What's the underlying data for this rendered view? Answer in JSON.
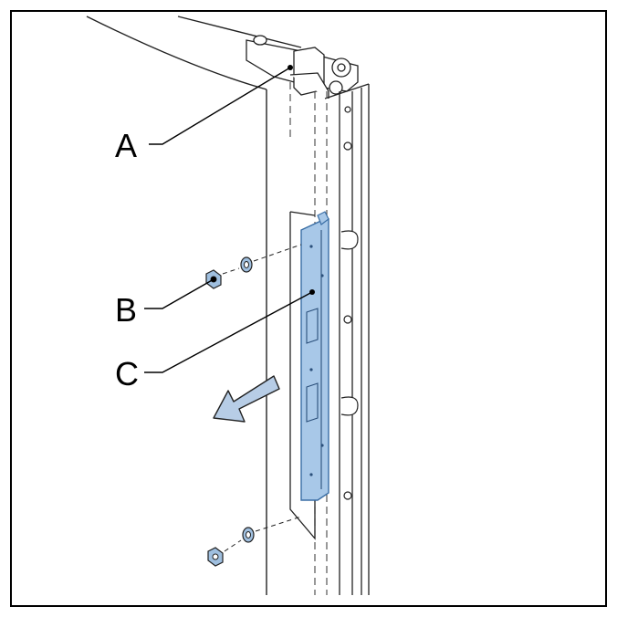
{
  "figure": {
    "callouts": {
      "a": "A",
      "b": "B",
      "c": "C"
    }
  },
  "colors": {
    "frame": "#000000",
    "line": "#222222",
    "highlight_fill": "#a8c8e8",
    "highlight_stroke": "#3a6ea5",
    "arrow_fill": "#b7cde6",
    "nut_fill": "#9fbfdf",
    "background": "#ffffff"
  },
  "icons": {
    "direction_arrow": "arrow-pull-out-icon",
    "nut": "hex-nut-icon",
    "washer": "washer-icon"
  }
}
